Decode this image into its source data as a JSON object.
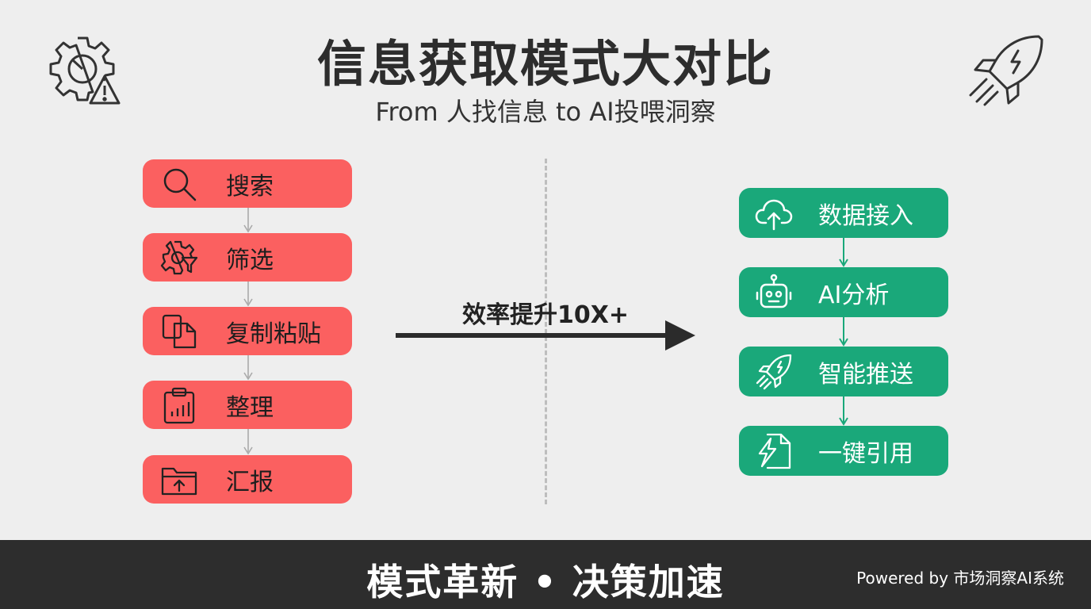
{
  "header": {
    "title": "信息获取模式大对比",
    "subtitle": "From 人找信息 to AI投喂洞察"
  },
  "left_flow": {
    "color": "#fb6060",
    "steps": [
      {
        "label": "搜索",
        "icon": "search-icon"
      },
      {
        "label": "筛选",
        "icon": "gear-filter-icon"
      },
      {
        "label": "复制粘贴",
        "icon": "copy-icon"
      },
      {
        "label": "整理",
        "icon": "clipboard-chart-icon"
      },
      {
        "label": "汇报",
        "icon": "folder-upload-icon"
      }
    ]
  },
  "middle": {
    "arrow_label": "效率提升10X+"
  },
  "right_flow": {
    "color": "#1aa87a",
    "steps": [
      {
        "label": "数据接入",
        "icon": "cloud-upload-icon"
      },
      {
        "label": "AI分析",
        "icon": "robot-icon"
      },
      {
        "label": "智能推送",
        "icon": "rocket-icon"
      },
      {
        "label": "一键引用",
        "icon": "bolt-document-icon"
      }
    ]
  },
  "corner_icons": {
    "left": "gear-warning-icon",
    "right": "rocket-icon"
  },
  "footer": {
    "slogan": "模式革新 • 决策加速",
    "credit": "Powered by 市场洞察AI系统",
    "background": "#2d2d2d"
  }
}
